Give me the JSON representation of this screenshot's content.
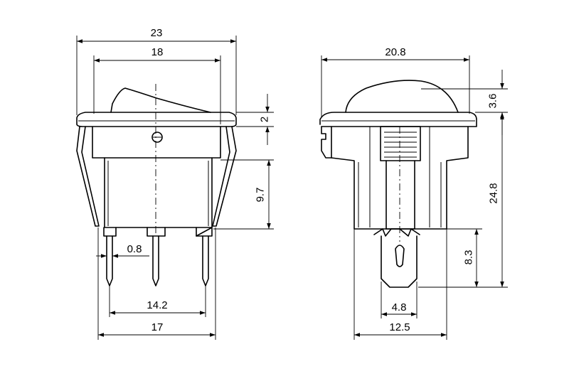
{
  "colors": {
    "line": "#000000",
    "background": "#ffffff"
  },
  "front_view": {
    "dimensions": {
      "overall_width": "23",
      "rocker_width": "18",
      "bezel_height": "2",
      "body_height": "9.7",
      "pin_width": "0.8",
      "pin_pitch": "14.2",
      "body_width": "17"
    }
  },
  "side_view": {
    "dimensions": {
      "overall_width": "20.8",
      "cap_height": "3.6",
      "total_height": "24.8",
      "terminal_length": "8.3",
      "terminal_width": "4.8",
      "body_width": "12.5"
    }
  }
}
